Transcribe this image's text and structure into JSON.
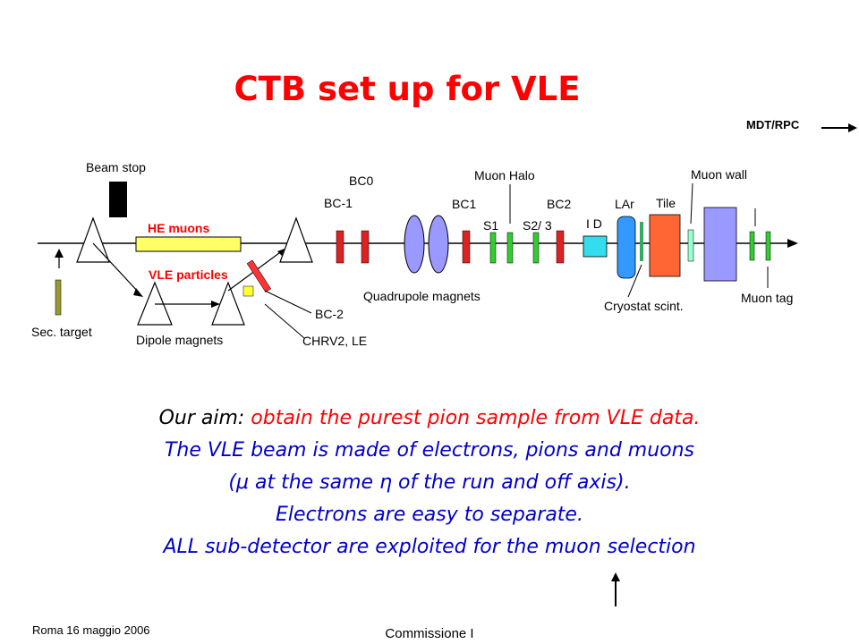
{
  "title": "CTB set up for VLE",
  "mdt_label": "MDT/RPC",
  "diagram": {
    "beam_stop": "Beam stop",
    "he_muons": "HE muons",
    "vle_particles": "VLE particles",
    "sec_target": "Sec. target",
    "dipole_magnets": "Dipole magnets",
    "bc_m1": "BC-1",
    "bc0": "BC0",
    "bc_m2": "BC-2",
    "chrv": "CHRV2, LE",
    "quadrupole": "Quadrupole magnets",
    "muon_halo": "Muon Halo",
    "bc1": "BC1",
    "s1": "S1",
    "s23": "S2/ 3",
    "bc2": "BC2",
    "id": "I D",
    "lar": "LAr",
    "tile": "Tile",
    "muon_wall": "Muon wall",
    "cryostat": "Cryostat scint.",
    "muon_tag": "Muon tag"
  },
  "text": {
    "aim_prefix": "Our aim:",
    "aim_rest": " obtain the purest pion sample from VLE data.",
    "line2": "The VLE beam is made of electrons, pions and muons",
    "line3": "(μ at the same η of the run and off axis).",
    "line4": "Electrons are easy to separate.",
    "line5": "ALL sub-detector are exploited for the muon selection"
  },
  "footer": {
    "left": "Roma 16 maggio 2006",
    "center": "Commissione I"
  },
  "colors": {
    "title": "#ff0000",
    "body": "#0000cc",
    "bc": "#dd2222",
    "scint": "#33cc33",
    "quad": "#9999ff",
    "lar": "#3399ff",
    "tile": "#ff6633",
    "id": "#33ddee",
    "he_muons": "#ffff66"
  }
}
